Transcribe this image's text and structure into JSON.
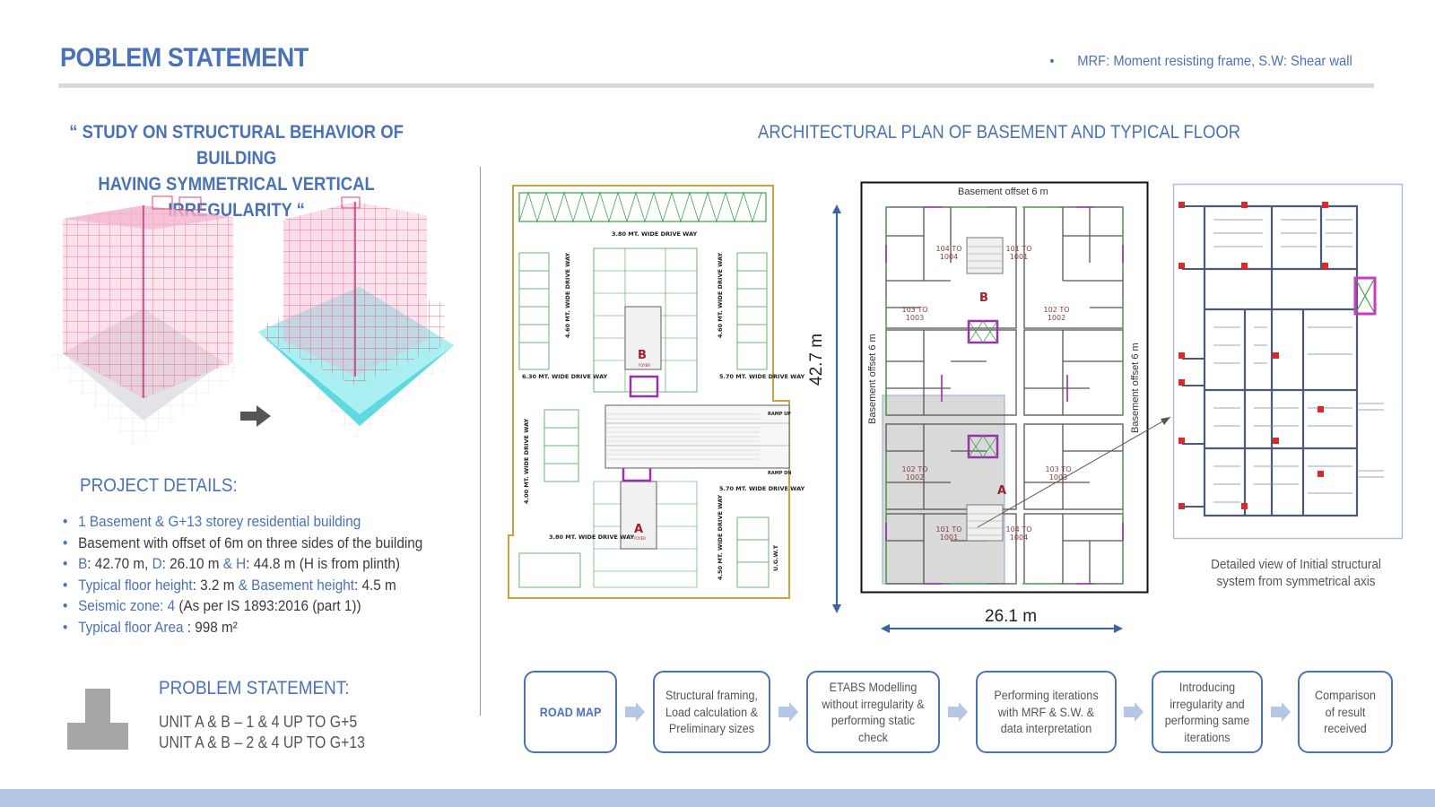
{
  "header": {
    "title": "POBLEM STATEMENT",
    "note_bullet": "•",
    "note": "MRF: Moment resisting frame, S.W: Shear wall"
  },
  "study_title": {
    "line1": "“ STUDY ON STRUCTURAL BEHAVIOR OF BUILDING",
    "line2": "HAVING SYMMETRICAL VERTICAL IRREGULARITY “"
  },
  "architectural_title": "ARCHITECTURAL PLAN OF BASEMENT AND TYPICAL FLOOR",
  "project_details": {
    "heading": "PROJECT DETAILS:",
    "items": [
      {
        "label": "1 Basement  &  G+13 storey residential building",
        "value": ""
      },
      {
        "label": "",
        "value": "Basement with offset of 6m on three sides of the building"
      },
      {
        "parts": [
          "B",
          ": 42.70 m, ",
          "D",
          ": 26.10 m ",
          "& H",
          ": 44.8 m (H is from plinth)"
        ]
      },
      {
        "parts": [
          "Typical floor height",
          ": 3.2 m ",
          "& Basement height",
          ": 4.5 m"
        ]
      },
      {
        "parts": [
          "Seismic zone",
          ": 4 ",
          "(As per IS 1893:2016 (part 1))"
        ]
      },
      {
        "parts": [
          "Typical floor Area ",
          ": 998 m²"
        ]
      }
    ]
  },
  "problem_statement": {
    "heading": "PROBLEM STATEMENT:",
    "line1": "UNIT A & B – 1 & 4 UP TO G+5",
    "line2": "UNIT A & B – 2 & 4 UP TO G+13"
  },
  "basement_plan": {
    "drive_top": "3.80 MT. WIDE DRIVE WAY",
    "drive_left_mid": "6.30 MT. WIDE DRIVE WAY",
    "drive_right_mid": "5.70 MT. WIDE DRIVE WAY",
    "drive_right_low": "5.70 MT. WIDE DRIVE WAY",
    "drive_bottom": "3.80 MT. WIDE DRIVE WAY",
    "drive_vert_left": "4.60 MT. WIDE DRIVE WAY",
    "drive_vert_right": "4.60 MT. WIDE DRIVE WAY",
    "drive_vert_low_left": "4.00 MT. WIDE DRIVE WAY",
    "drive_vert_low_right": "4.50 MT. WIDE DRIVE WAY",
    "ramp_up": "RAMP UP",
    "ramp_down": "RAMP DN",
    "ugwt": "U.G.W.T",
    "unit_b": "B",
    "unit_a": "A",
    "foyer": "FOYER"
  },
  "typical_plan": {
    "offset_top": "Basement offset 6 m",
    "offset_left": "Basement offset 6 m",
    "offset_right": "Basement offset 6 m",
    "unit_b": "B",
    "unit_a": "A",
    "flats": [
      {
        "top": "104 TO",
        "bottom": "1004"
      },
      {
        "top": "101 TO",
        "bottom": "1001"
      },
      {
        "top": "103 TO",
        "bottom": "1003"
      },
      {
        "top": "102 TO",
        "bottom": "1002"
      },
      {
        "top": "102 TO",
        "bottom": "1002"
      },
      {
        "top": "103 TO",
        "bottom": "1003"
      },
      {
        "top": "101 TO",
        "bottom": "1001"
      },
      {
        "top": "104 TO",
        "bottom": "1004"
      }
    ],
    "dim_vertical": "42.7 m",
    "dim_horizontal": "26.1 m"
  },
  "detail_caption": {
    "line1": "Detailed view of Initial structural",
    "line2": "system from symmetrical axis"
  },
  "road_map": [
    {
      "label": "ROAD MAP"
    },
    {
      "label": "Structural framing, Load calculation & Preliminary sizes"
    },
    {
      "label": "ETABS Modelling without irregularity & performing static check"
    },
    {
      "label": "Performing iterations with MRF & S.W. & data interpretation"
    },
    {
      "label": "Introducing irregularity and performing same iterations"
    },
    {
      "label": "Comparison of result received"
    }
  ],
  "colors": {
    "accent": "#4a72b8",
    "footer": "#b4c7e7",
    "frame_red": "#e0456a",
    "shear_wall": "#5fd8e0",
    "plan_green": "#3fa34d",
    "plan_purple": "#9b2fb0"
  }
}
